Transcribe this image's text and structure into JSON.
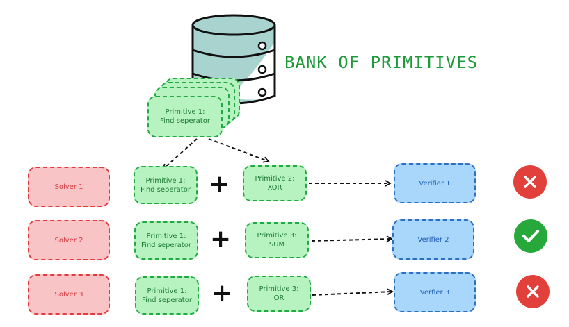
{
  "bank": {
    "title": "BANK OF PRIMITIVES"
  },
  "stack_card": {
    "label": "Primitive 1:\nFind seperator"
  },
  "rows": [
    {
      "solver": "Solver 1",
      "primitive_a": "Primitive 1:\nFind seperator",
      "plus": "+",
      "primitive_b": "Primitive 2:\nXOR",
      "verifier": "Verifier 1",
      "status": "fail",
      "status_icon": "x-icon"
    },
    {
      "solver": "Solver 2",
      "primitive_a": "Primitive 1:\nFind seperator",
      "plus": "+",
      "primitive_b": "Primitive 3:\nSUM",
      "verifier": "Verifier 2",
      "status": "pass",
      "status_icon": "check-icon"
    },
    {
      "solver": "Solver 3",
      "primitive_a": "Primitive 1:\nFind seperator",
      "plus": "+",
      "primitive_b": "Primitive 3:\nOR",
      "verifier": "Verfier 3",
      "status": "fail",
      "status_icon": "x-icon"
    }
  ],
  "colors": {
    "solver_fill": "#f9c4c6",
    "solver_stroke": "#e03b3f",
    "primitive_fill": "#b7f2c1",
    "primitive_stroke": "#23a843",
    "verifier_fill": "#a9d6fb",
    "verifier_stroke": "#2d6fc0",
    "fail": "#e2403a",
    "pass": "#27a83b",
    "database_fill": "#a8d3ce",
    "title": "#1f9a3a"
  }
}
